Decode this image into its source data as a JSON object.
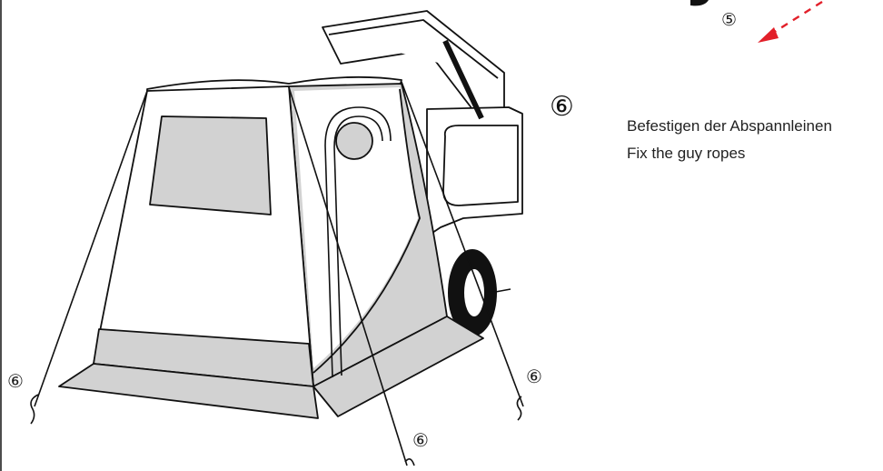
{
  "step": {
    "number": "⑥",
    "caption_de": "Befestigen der Abspannleinen",
    "caption_en": "Fix the guy ropes"
  },
  "callouts": {
    "prev_step": "⑤",
    "rope_left": "⑥",
    "rope_center": "⑥",
    "rope_right": "⑥"
  },
  "colors": {
    "line": "#111111",
    "fill_grey": "#d2d2d2",
    "arrow": "#e2202a"
  }
}
